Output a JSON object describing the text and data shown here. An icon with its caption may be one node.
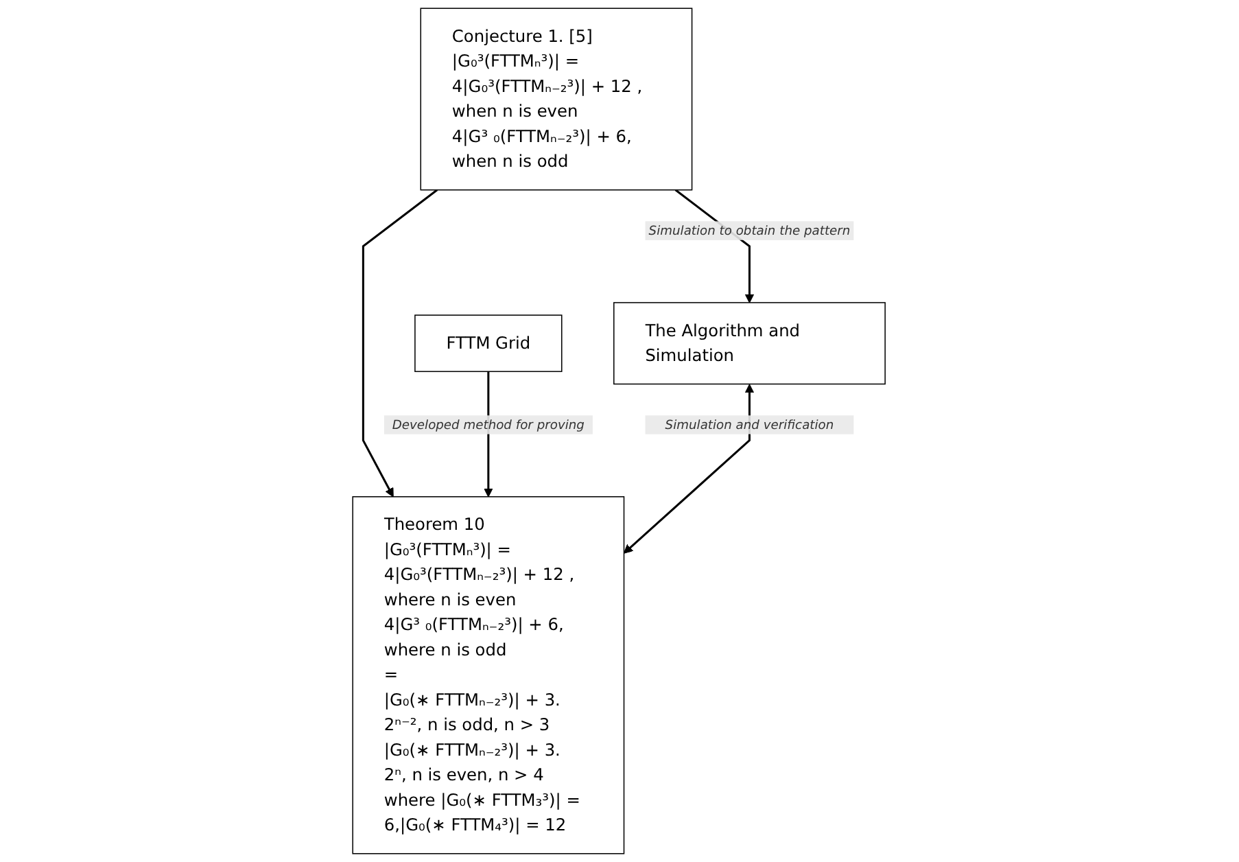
{
  "diagram": {
    "nodes": [
      {
        "text": [
          "Conjecture 1. [5]",
          "|G₀³(FTTMₙ³)| =",
          "4|G₀³(FTTMₙ₋₂³)| + 12 , when n is even",
          "4|G³ ₀(FTTMₙ₋₂³)| + 6, when n is odd"
        ]
      },
      {
        "text": [
          "FTTM Grid"
        ]
      },
      {
        "text": [
          "The Algorithm and Simulation"
        ]
      },
      {
        "text": [
          "Theorem 10",
          "|G₀³(FTTMₙ³)| =",
          "4|G₀³(FTTMₙ₋₂³)| + 12 , where n is even",
          "4|G³ ₀(FTTMₙ₋₂³)| + 6, where n is odd",
          "=",
          "|G₀(∗ FTTMₙ₋₂³)| + 3. 2ⁿ⁻², n is odd, n > 3",
          "|G₀(∗ FTTMₙ₋₂³)| + 3. 2ⁿ, n is even, n > 4",
          "where |G₀(∗ FTTM₃³)| = 6,|G₀(∗ FTTM₄³)| = 12"
        ]
      }
    ],
    "edges": [
      {
        "from": 0,
        "to": 3,
        "arrow": "to"
      },
      {
        "from": 0,
        "to": 2,
        "arrow": "to",
        "label": "Simulation to obtain the pattern"
      },
      {
        "from": 1,
        "to": 3,
        "arrow": "to",
        "label": "Developed method for proving"
      },
      {
        "from": 2,
        "to": 3,
        "arrow": "both",
        "label": "Simulation and verification"
      }
    ]
  }
}
